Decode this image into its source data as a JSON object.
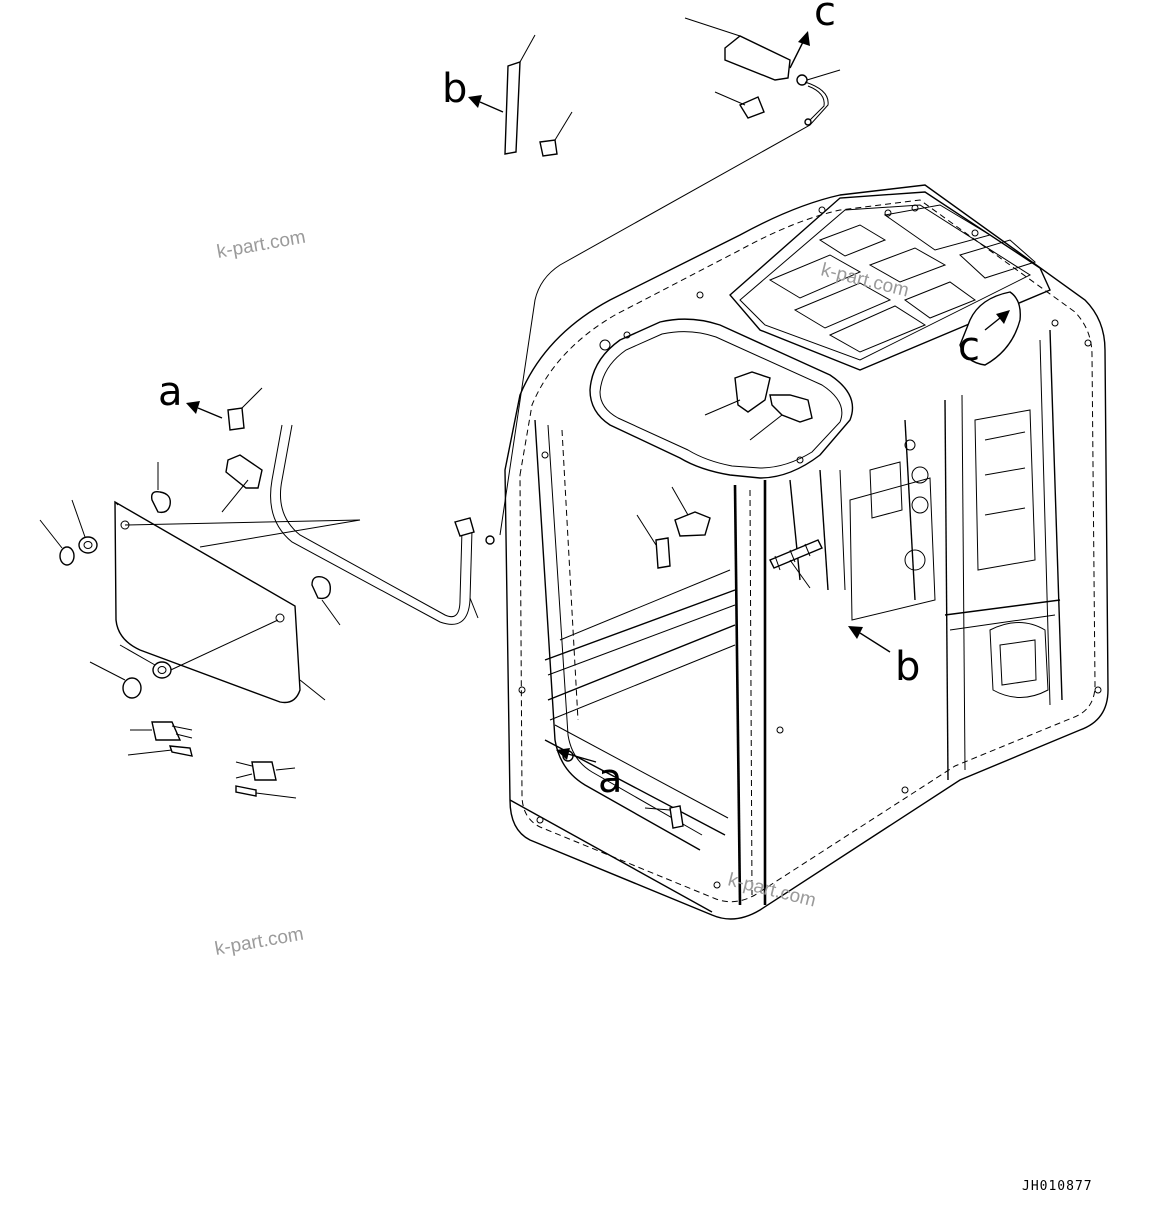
{
  "diagram": {
    "callouts": {
      "a_left": "a",
      "a_cab": "a",
      "b_top": "b",
      "b_cab": "b",
      "c_top": "c",
      "c_cab": "c"
    },
    "watermarks": [
      "k-part.com",
      "k-part.com",
      "k-part.com",
      "k-part.com"
    ],
    "drawing_code": "JH010877"
  }
}
